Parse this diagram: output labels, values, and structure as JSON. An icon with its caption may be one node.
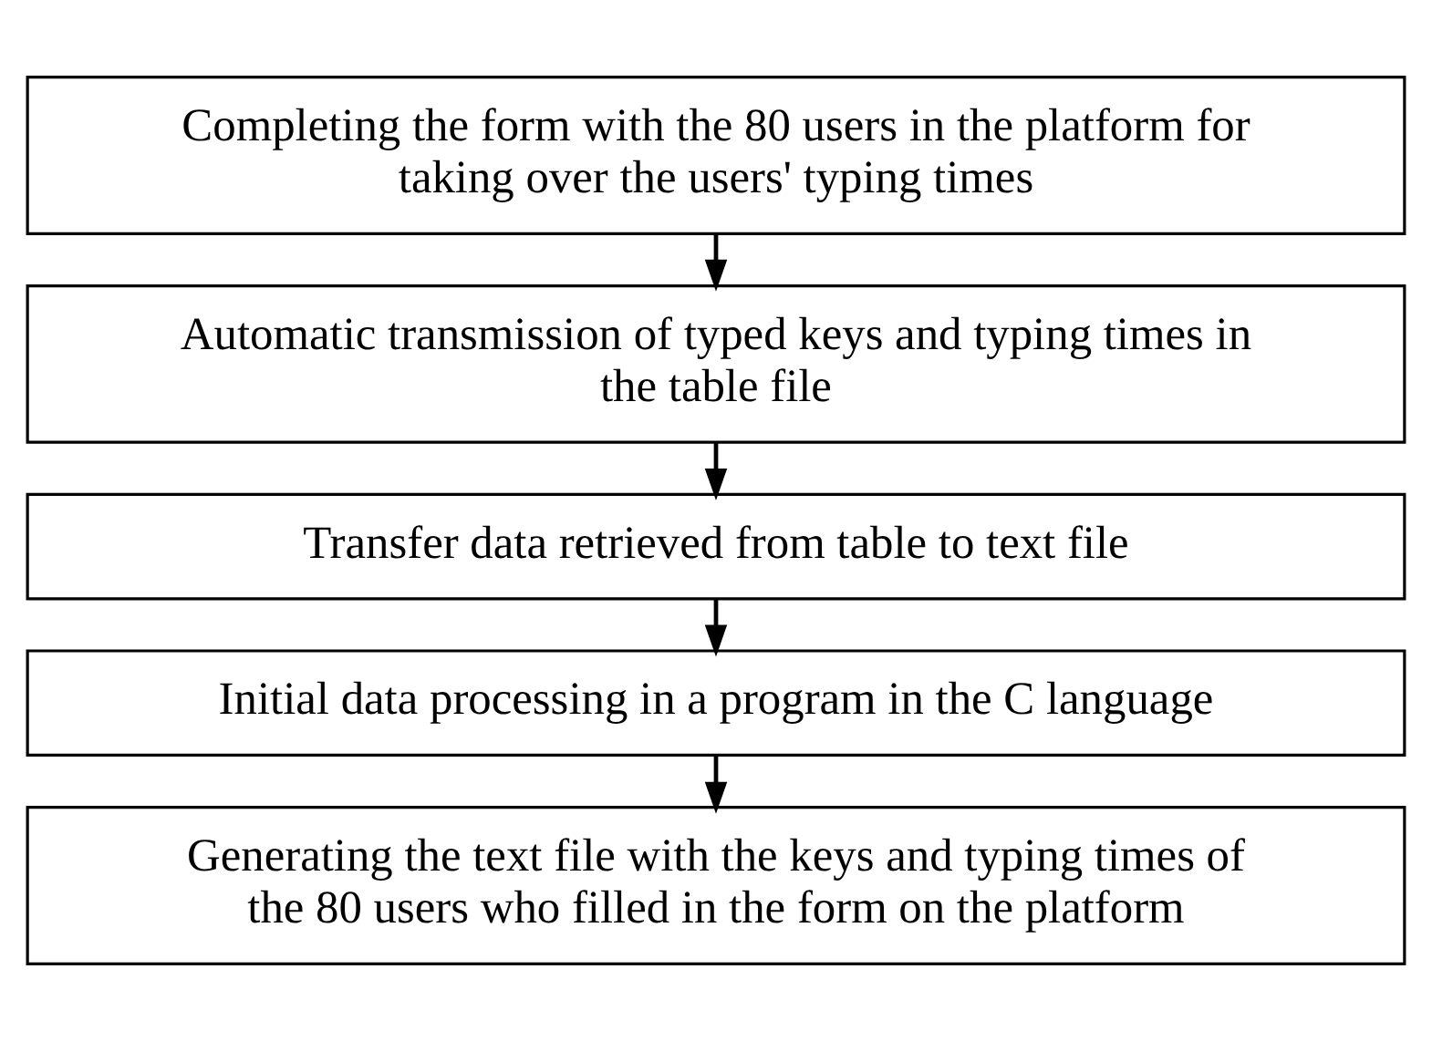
{
  "diagram": {
    "nodes": [
      {
        "text": [
          "Completing the form with the 80 users in the platform for taking over the users' typing times"
        ]
      },
      {
        "text": [
          "Automatic transmission of typed keys and typing times in the table file"
        ]
      },
      {
        "text": [
          "Transfer data retrieved from table to text file"
        ]
      },
      {
        "text": [
          "Initial data processing in a program in the C language"
        ]
      },
      {
        "text": [
          "Generating the text file with the keys and typing times of the 80 users who filled in the form on the platform"
        ]
      }
    ],
    "edges": [
      {
        "from": 0,
        "to": 1,
        "arrow": "to"
      },
      {
        "from": 1,
        "to": 2,
        "arrow": "to"
      },
      {
        "from": 2,
        "to": 3,
        "arrow": "to"
      },
      {
        "from": 3,
        "to": 4,
        "arrow": "to"
      }
    ]
  }
}
